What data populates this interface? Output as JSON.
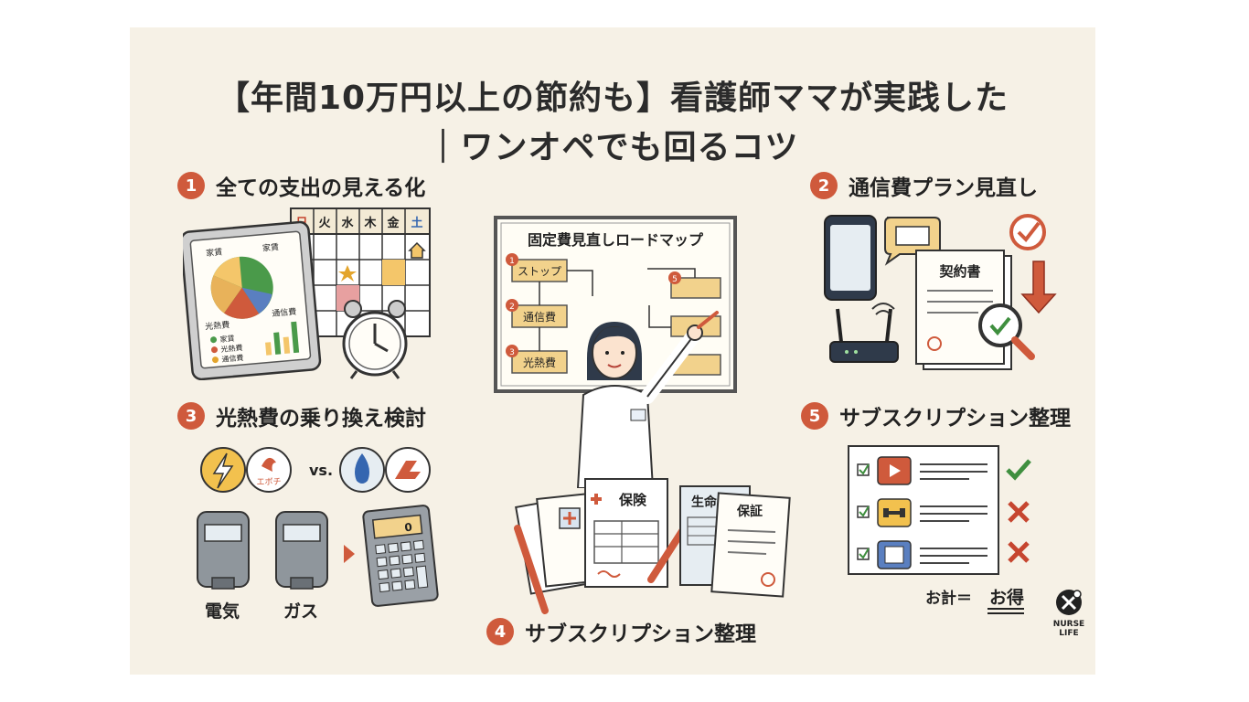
{
  "title": {
    "line1": "【年間10万円以上の節約も】看護師ママが実践した",
    "line2": "｜ワンオペでも回るコツ"
  },
  "steps": [
    {
      "num": "1",
      "label": "全ての支出の見える化"
    },
    {
      "num": "2",
      "label": "通信費プラン見直し"
    },
    {
      "num": "3",
      "label": "光熱費の乗り換え検討"
    },
    {
      "num": "4",
      "label": "サブスクリプション整理"
    },
    {
      "num": "5",
      "label": "サブスクリプション整理"
    }
  ],
  "tablet": {
    "slices": [
      "家賃",
      "家賃",
      "光熱費",
      "通信費"
    ],
    "legend": [
      "家賃",
      "光熱費",
      "通信費"
    ]
  },
  "calendar": {
    "days": [
      "日",
      "火",
      "水",
      "木",
      "金",
      "土"
    ]
  },
  "roadmap": {
    "title": "固定費見直しロードマップ",
    "items": [
      {
        "num": "1",
        "label": "ストップ"
      },
      {
        "num": "2",
        "label": "通信費"
      },
      {
        "num": "3",
        "label": "光熱費"
      }
    ],
    "marker": "5"
  },
  "contract": {
    "label": "契約書"
  },
  "energy": {
    "vs": "vs.",
    "logo_text": "エボチ",
    "meter1": "電気",
    "meter2": "ガス",
    "calc_display": "0"
  },
  "documents": {
    "insurance": "保険",
    "life": "生命",
    "guarantee": "保証"
  },
  "subscription": {
    "total_label": "お計＝",
    "total_value": "お得"
  },
  "brand": {
    "name": "NURSE LIFE"
  },
  "colors": {
    "accent": "#cf5a3c",
    "background": "#f6f1e6",
    "board": "#f2d28c",
    "check": "#3f8f3f",
    "cross": "#c6452f"
  }
}
